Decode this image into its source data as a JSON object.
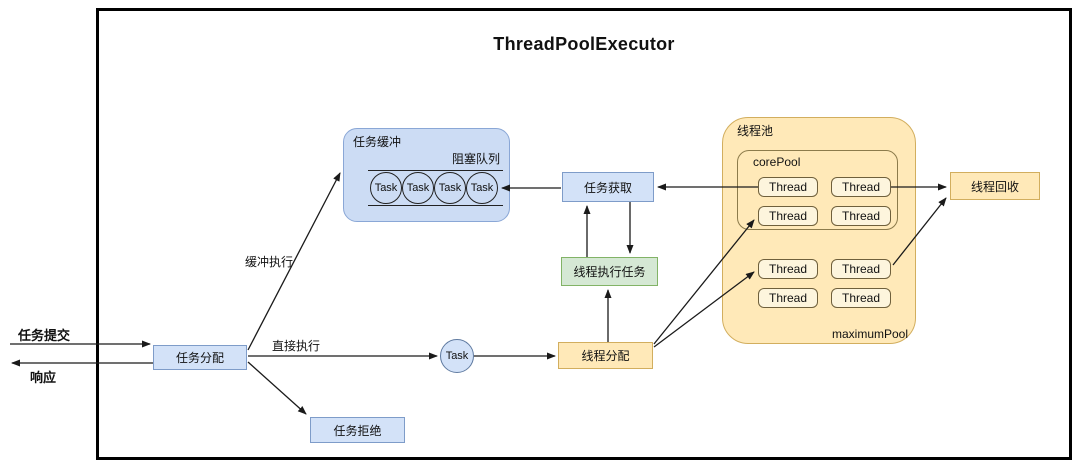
{
  "title": "ThreadPoolExecutor",
  "colors": {
    "blue_fill": "#d3e2f8",
    "blue_border": "#7e9cc9",
    "buffer_fill": "#ccdcf4",
    "buffer_border": "#8aa7d6",
    "green_fill": "#d5e8d4",
    "green_border": "#82b366",
    "yellow_fill": "#ffe9b8",
    "yellow_border": "#d2ae5e",
    "thread_fill": "#fdf5dd",
    "thread_border": "#6f603c",
    "line": "#1a1a1a",
    "frame": "#000000"
  },
  "io": {
    "submit_label": "任务提交",
    "response_label": "响应"
  },
  "nodes": {
    "task_dispatch": "任务分配",
    "task_reject": "任务拒绝",
    "task_buffer": "任务缓冲",
    "blocking_queue": "阻塞队列",
    "task_fetch": "任务获取",
    "thread_execute": "线程执行任务",
    "thread_allocate": "线程分配",
    "thread_pool": "线程池",
    "core_pool": "corePool",
    "maximum_pool": "maximumPool",
    "thread_recycle": "线程回收",
    "task": "Task",
    "thread": "Thread"
  },
  "edge_labels": {
    "buffered_execution": "缓冲执行",
    "direct_execution": "直接执行"
  }
}
